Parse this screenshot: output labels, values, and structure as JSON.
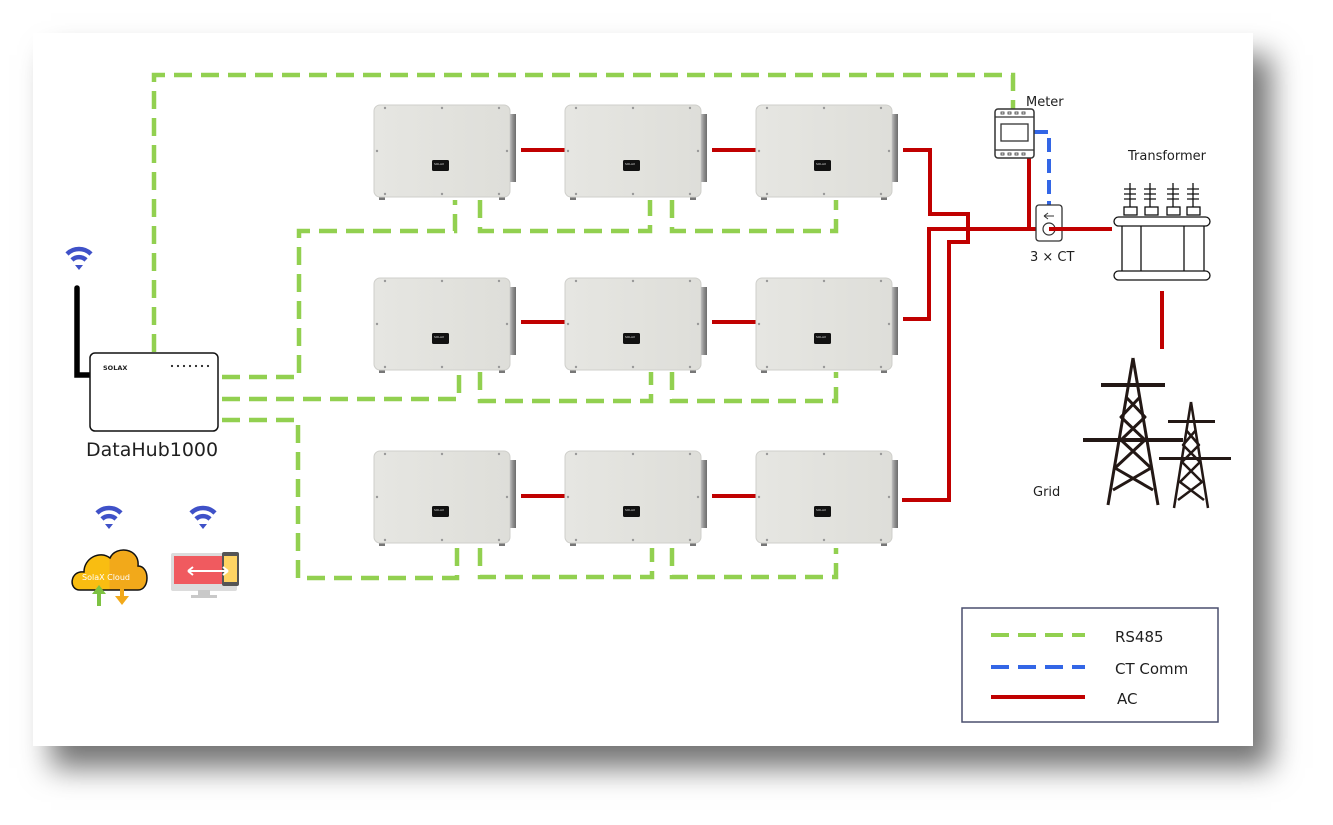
{
  "title": "SolaX DataHub1000 multi-inverter system wiring",
  "colors": {
    "rs485": "#92d050",
    "ct_comm": "#3366e6",
    "ac": "#c00000",
    "inverter_body": "#e3e3df",
    "legend_border": "#4a4f6e",
    "wifi": "#3f51c8"
  },
  "devices": {
    "datahub": {
      "label": "DataHub1000",
      "brand": "SOLAX"
    },
    "meter": {
      "label": "Meter"
    },
    "ct": {
      "label": "3 × CT"
    },
    "transformer": {
      "label": "Transformer"
    },
    "grid": {
      "label": "Grid"
    },
    "cloud": {
      "label": "SolaX Cloud"
    },
    "inverters": {
      "rows": 3,
      "per_row": 3,
      "brand": "SOLAX"
    }
  },
  "icons": {
    "wifi": "wifi-icon",
    "cloud": "cloud-icon",
    "monitor": "monitor-phone-icon",
    "tower": "power-tower-icon",
    "antenna": "antenna-icon"
  },
  "legend": {
    "items": [
      {
        "label": "RS485",
        "style": "dashed",
        "color_key": "rs485"
      },
      {
        "label": "CT Comm",
        "style": "dashed",
        "color_key": "ct_comm"
      },
      {
        "label": "AC",
        "style": "solid",
        "color_key": "ac"
      }
    ]
  }
}
